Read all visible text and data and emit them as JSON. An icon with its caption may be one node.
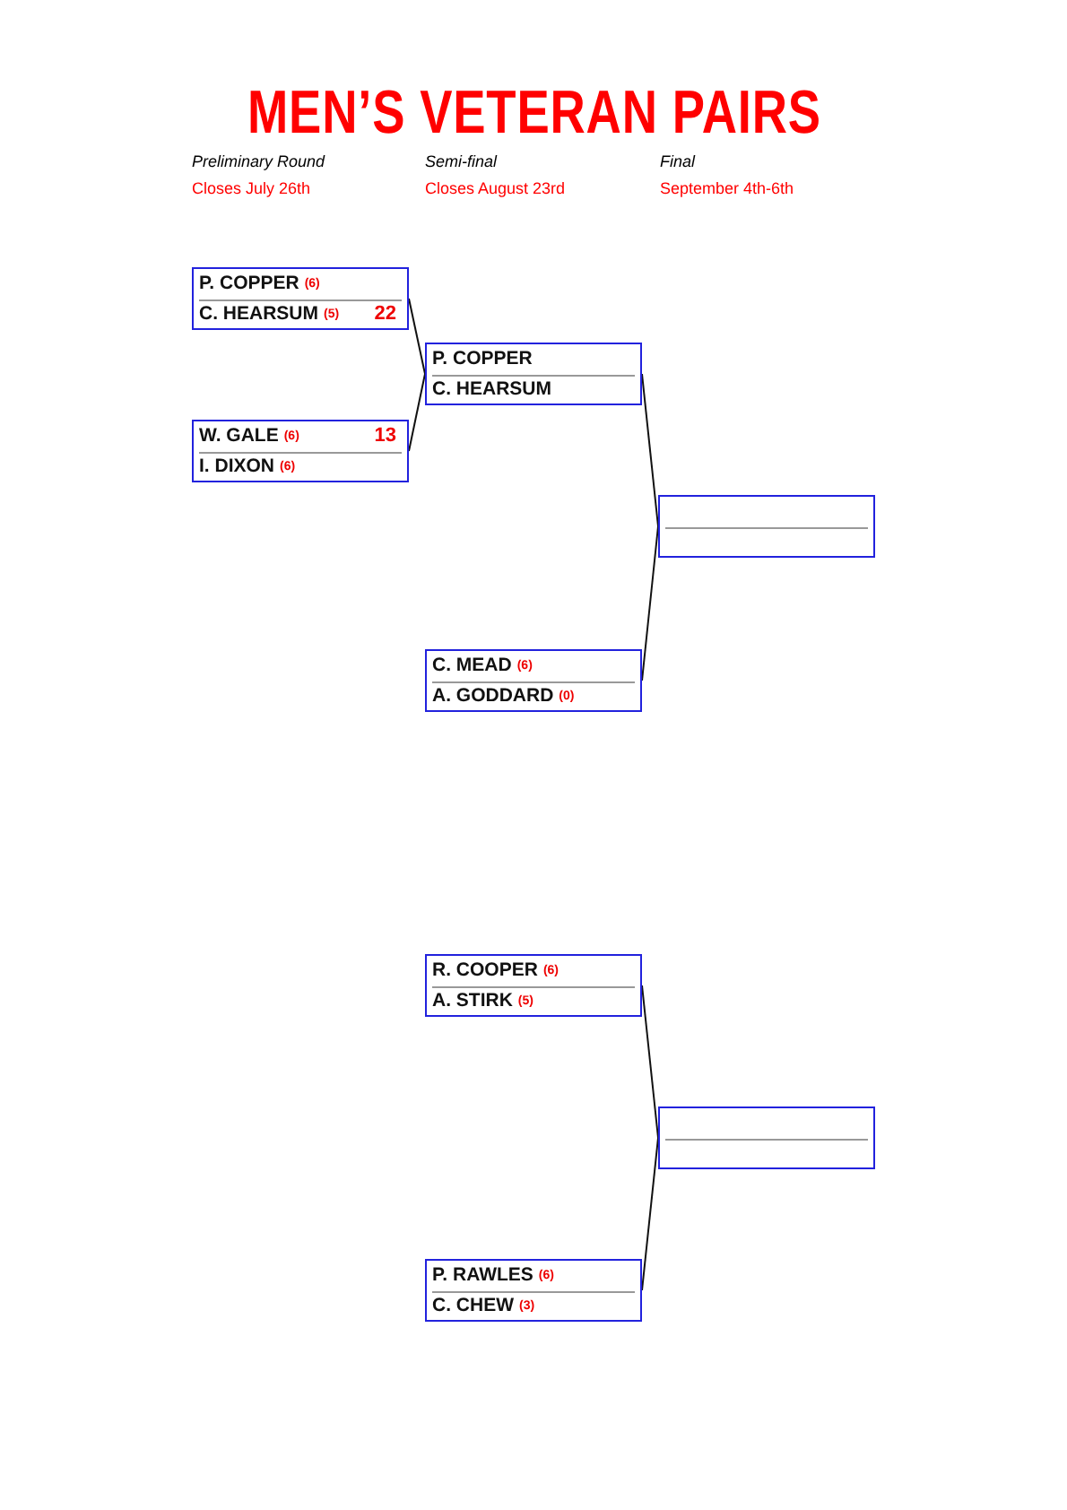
{
  "diagram": {
    "title": "MEN’S VETERAN PAIRS",
    "nodes": [
      {
        "text": [
          "P. COPPER",
          "(6)",
          "C. HEARSUM",
          "(5)",
          "22"
        ]
      },
      {
        "text": [
          "W. GALE",
          "(6)",
          "13",
          "I. DIXON",
          "(6)"
        ]
      },
      {
        "text": [
          "P. COPPER",
          "C. HEARSUM"
        ]
      },
      {
        "text": [
          "C. MEAD",
          "(6)",
          "A. GODDARD",
          "(0)"
        ]
      },
      {
        "text": [],
        "shape": "box"
      },
      {
        "text": [
          "R. COOPER",
          "(6)",
          "A. STIRK",
          "(5)"
        ]
      },
      {
        "text": [
          "P. RAWLES",
          "(6)",
          "C. CHEW",
          "(3)"
        ]
      },
      {
        "text": [],
        "shape": "box"
      }
    ],
    "edges": [
      {
        "from": 0,
        "to": 2,
        "arrow": "none"
      },
      {
        "from": 1,
        "to": 2,
        "arrow": "none"
      },
      {
        "from": 2,
        "to": 4,
        "arrow": "none"
      },
      {
        "from": 3,
        "to": 4,
        "arrow": "none"
      },
      {
        "from": 5,
        "to": 7,
        "arrow": "none"
      },
      {
        "from": 6,
        "to": 7,
        "arrow": "none"
      }
    ],
    "labels": [
      "Preliminary Round",
      "Semi-final",
      "Final",
      "Closes July 26th",
      "Closes August 23rd",
      "September 4th-6th"
    ]
  }
}
